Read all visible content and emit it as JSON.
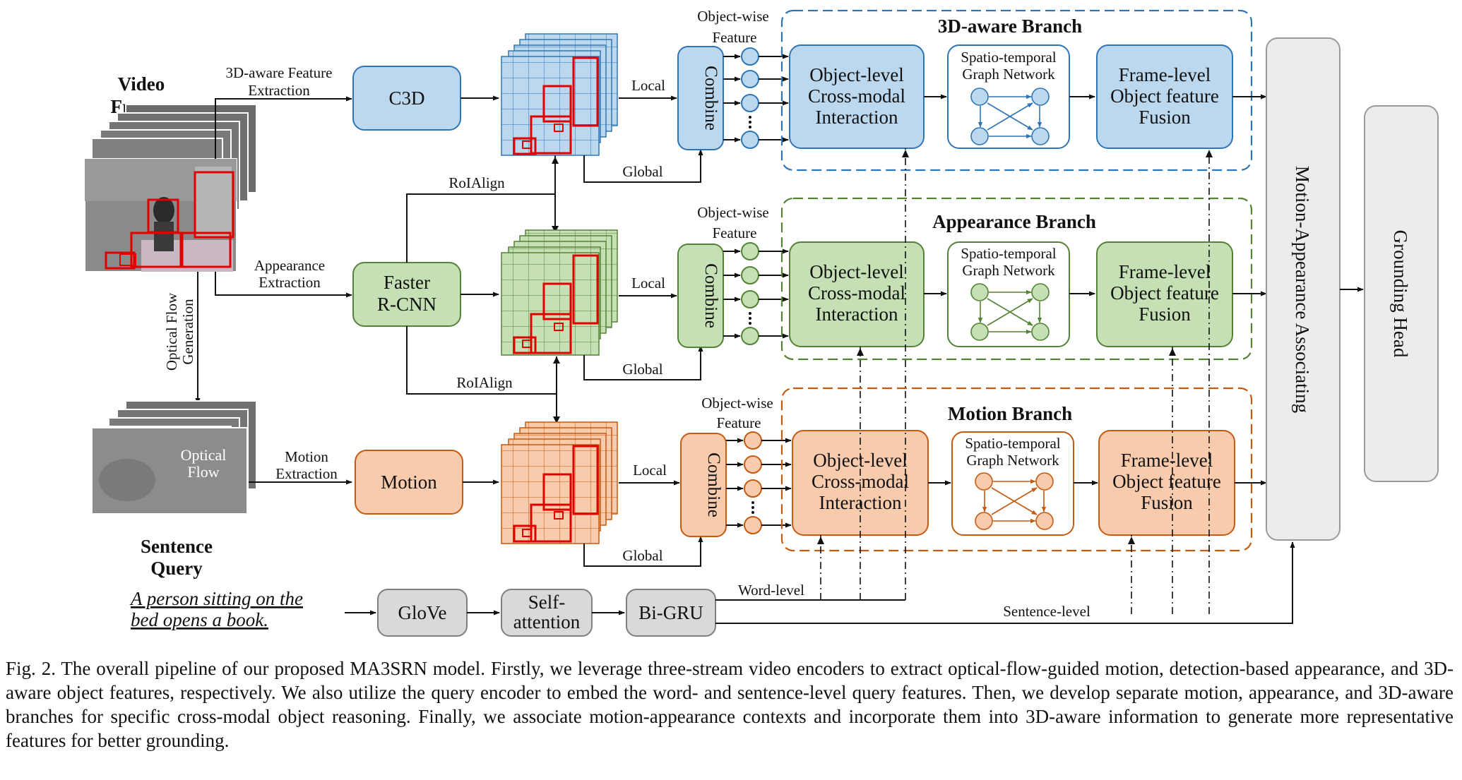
{
  "inputs": {
    "video_title_1": "Video",
    "video_title_2": "Frames",
    "sentence_title_1": "Sentence",
    "sentence_title_2": "Query",
    "query_line_1": "A person sitting on the",
    "query_line_2": "bed opens a book.",
    "optical_flow_1": "Optical",
    "optical_flow_2": "Flow",
    "flow_gen_1": "Optical Flow",
    "flow_gen_2": "Generation"
  },
  "extraction": {
    "feat3d_1": "3D-aware Feature",
    "feat3d_2": "Extraction",
    "appear_1": "Appearance",
    "appear_2": "Extraction",
    "motion_1": "Motion",
    "motion_2": "Extraction",
    "roialign_top": "RoIAlign",
    "roialign_bottom": "RoIAlign"
  },
  "encoders": {
    "c3d": "C3D",
    "faster_1": "Faster",
    "faster_2": "R-CNN",
    "motion": "Motion"
  },
  "feature_labels": {
    "local": "Local",
    "global": "Global",
    "combine": "Combine",
    "object_wise_1": "Object-wise",
    "object_wise_2": "Feature"
  },
  "branches": {
    "aware3d_title": "3D-aware Branch",
    "appearance_title": "Appearance Branch",
    "motion_title": "Motion Branch",
    "obj_1": "Object-level",
    "obj_2": "Cross-modal",
    "obj_3": "Interaction",
    "graph_1": "Spatio-temporal",
    "graph_2": "Graph Network",
    "frame_1": "Frame-level",
    "frame_2": "Object feature",
    "frame_3": "Fusion"
  },
  "heads": {
    "associating": "Motion-Appearance Associating",
    "grounding": "Grounding Head"
  },
  "query_encoder": {
    "glove": "GloVe",
    "self_1": "Self-",
    "self_2": "attention",
    "bigru": "Bi-GRU",
    "word_level": "Word-level",
    "sentence_level": "Sentence-level"
  },
  "colors": {
    "blue_fill": "#bcd8ef",
    "blue_stroke": "#2e75b6",
    "green_fill": "#c5e0b4",
    "green_stroke": "#548235",
    "orange_fill": "#f8cbad",
    "orange_stroke": "#c55a11",
    "gray_fill": "#d9d9d9",
    "gray_stroke": "#7f7f7f",
    "red": "#e00000"
  },
  "caption": {
    "label": "Fig. 2.",
    "text": "The overall pipeline of our proposed MA3SRN model. Firstly, we leverage three-stream video encoders to extract optical-flow-guided motion, detection-based appearance, and 3D-aware object features, respectively. We also utilize the query encoder to embed the word- and sentence-level query features. Then, we develop separate motion, appearance, and 3D-aware branches for specific cross-modal object reasoning. Finally, we associate motion-appearance contexts and incorporate them into 3D-aware information to generate more representative features for better grounding."
  }
}
